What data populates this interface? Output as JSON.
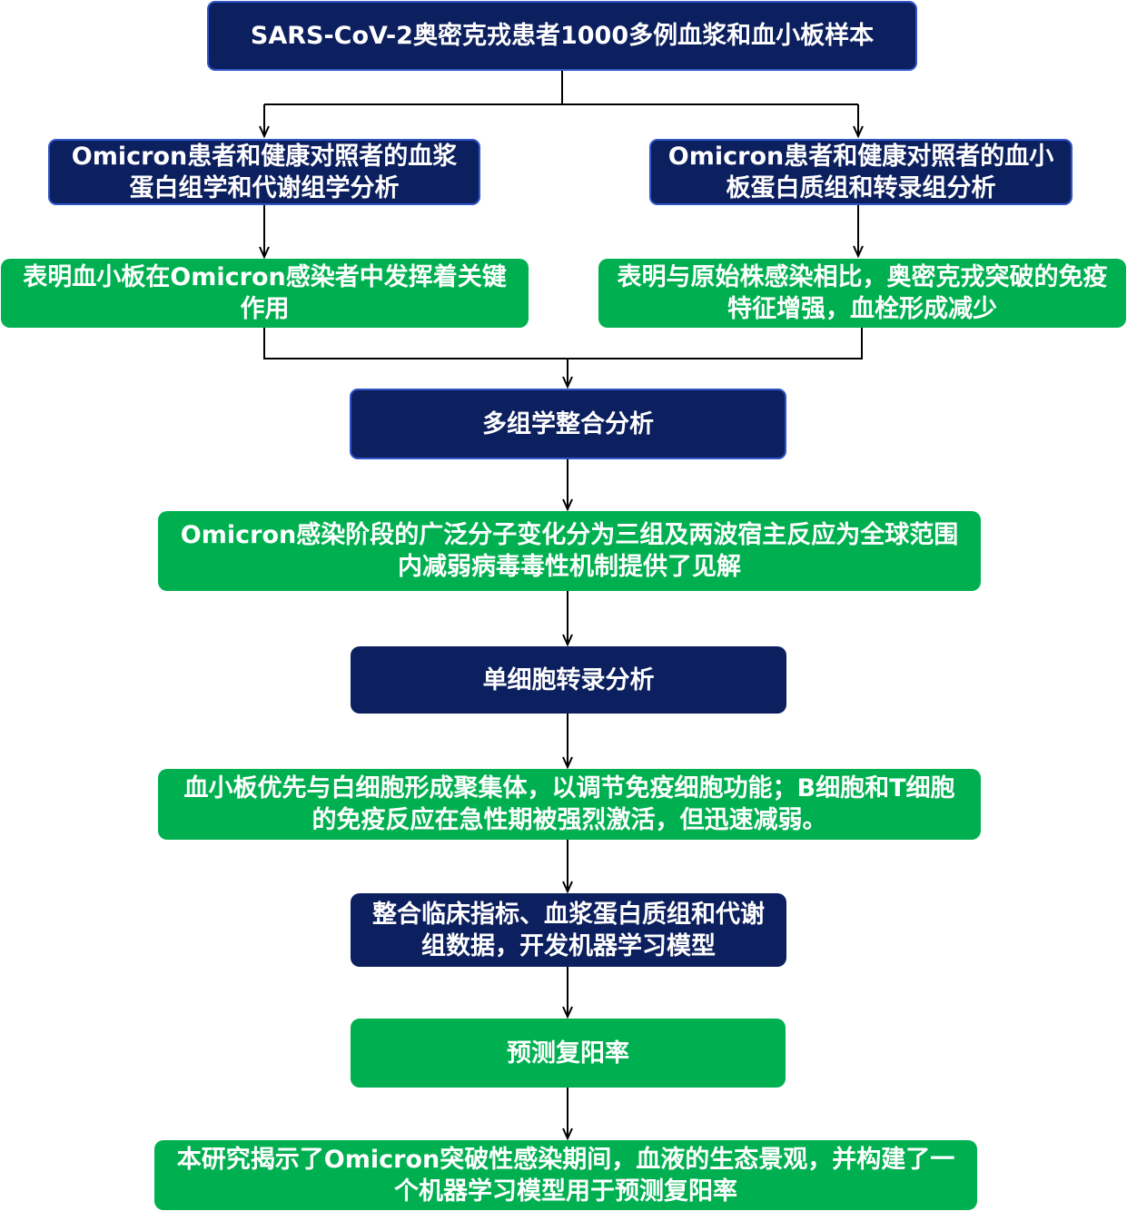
{
  "nodes": {
    "samples": "SARS-CoV-2奥密克戎患者1000多例血浆和血小板样本",
    "plasma_analysis": "Omicron患者和健康对照者的血浆蛋白组学和代谢组学分析",
    "platelet_analysis": "Omicron患者和健康对照者的血小板蛋白质组和转录组分析",
    "platelet_role": "表明血小板在Omicron感染者中发挥着关键作用",
    "immune_enhanced": "表明与原始株感染相比，奥密克戎突破的免疫特征增强，血栓形成减少",
    "multiomics": "多组学整合分析",
    "three_groups": "Omicron感染阶段的广泛分子变化分为三组及两波宿主反应为全球范围内减弱病毒毒性机制提供了见解",
    "single_cell": "单细胞转录分析",
    "leukocyte_aggregates": "血小板优先与白细胞形成聚集体，以调节免疫细胞功能；B细胞和T细胞的免疫反应在急性期被强烈激活，但迅速减弱。",
    "ml_model": "整合临床指标、血浆蛋白质组和代谢组数据，开发机器学习模型",
    "predict_repositivity": "预测复阳率",
    "conclusion": "本研究揭示了Omicron突破性感染期间，血液的生态景观，并构建了一个机器学习模型用于预测复阳率"
  },
  "colors": {
    "navy": "#0c1f5e",
    "navy_border": "#2f55c9",
    "green": "#00b050",
    "connector": "#000000"
  }
}
